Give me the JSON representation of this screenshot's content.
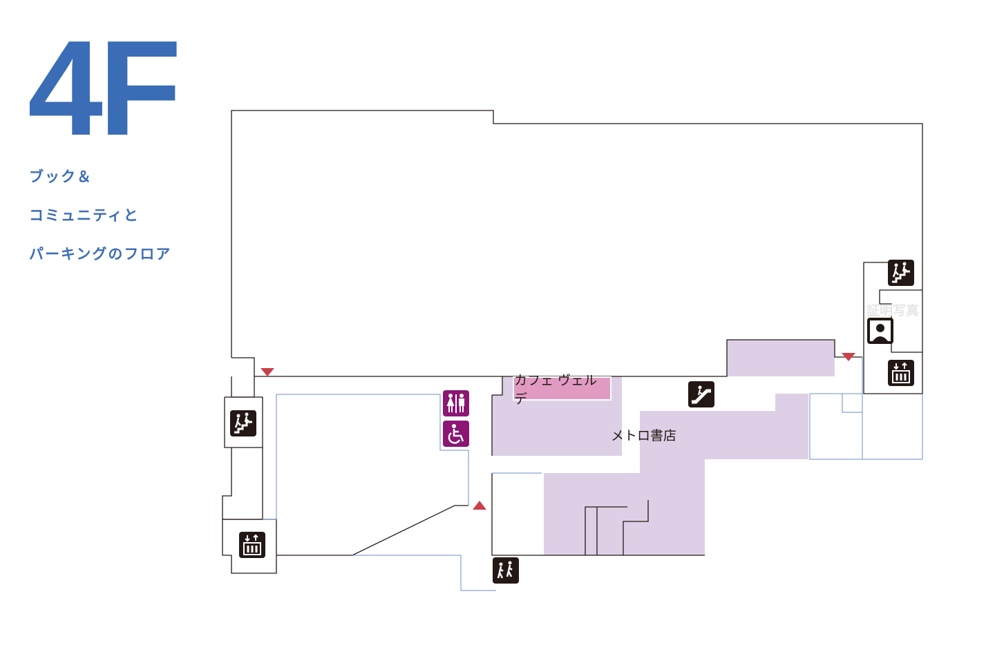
{
  "floor": {
    "label": "4F",
    "subtitle_lines": [
      "ブック＆",
      "コミュニティと",
      "パーキングのフロア"
    ]
  },
  "stores": {
    "cafe": "カフェ ヴェルデ",
    "bookstore": "メトロ書店",
    "photo_booth": "証明写真"
  },
  "icons": [
    "stairs-icon",
    "elevator-icon",
    "escalator-icon",
    "restroom-icon",
    "wheelchair-icon",
    "photo-booth-icon",
    "entrance-arrow-icon"
  ],
  "colors": {
    "accent": "#3a6db5",
    "store": "#ddd0e6",
    "cafe": "#e19bc3",
    "facility": "#8b1673",
    "arrow": "#c9404a"
  }
}
